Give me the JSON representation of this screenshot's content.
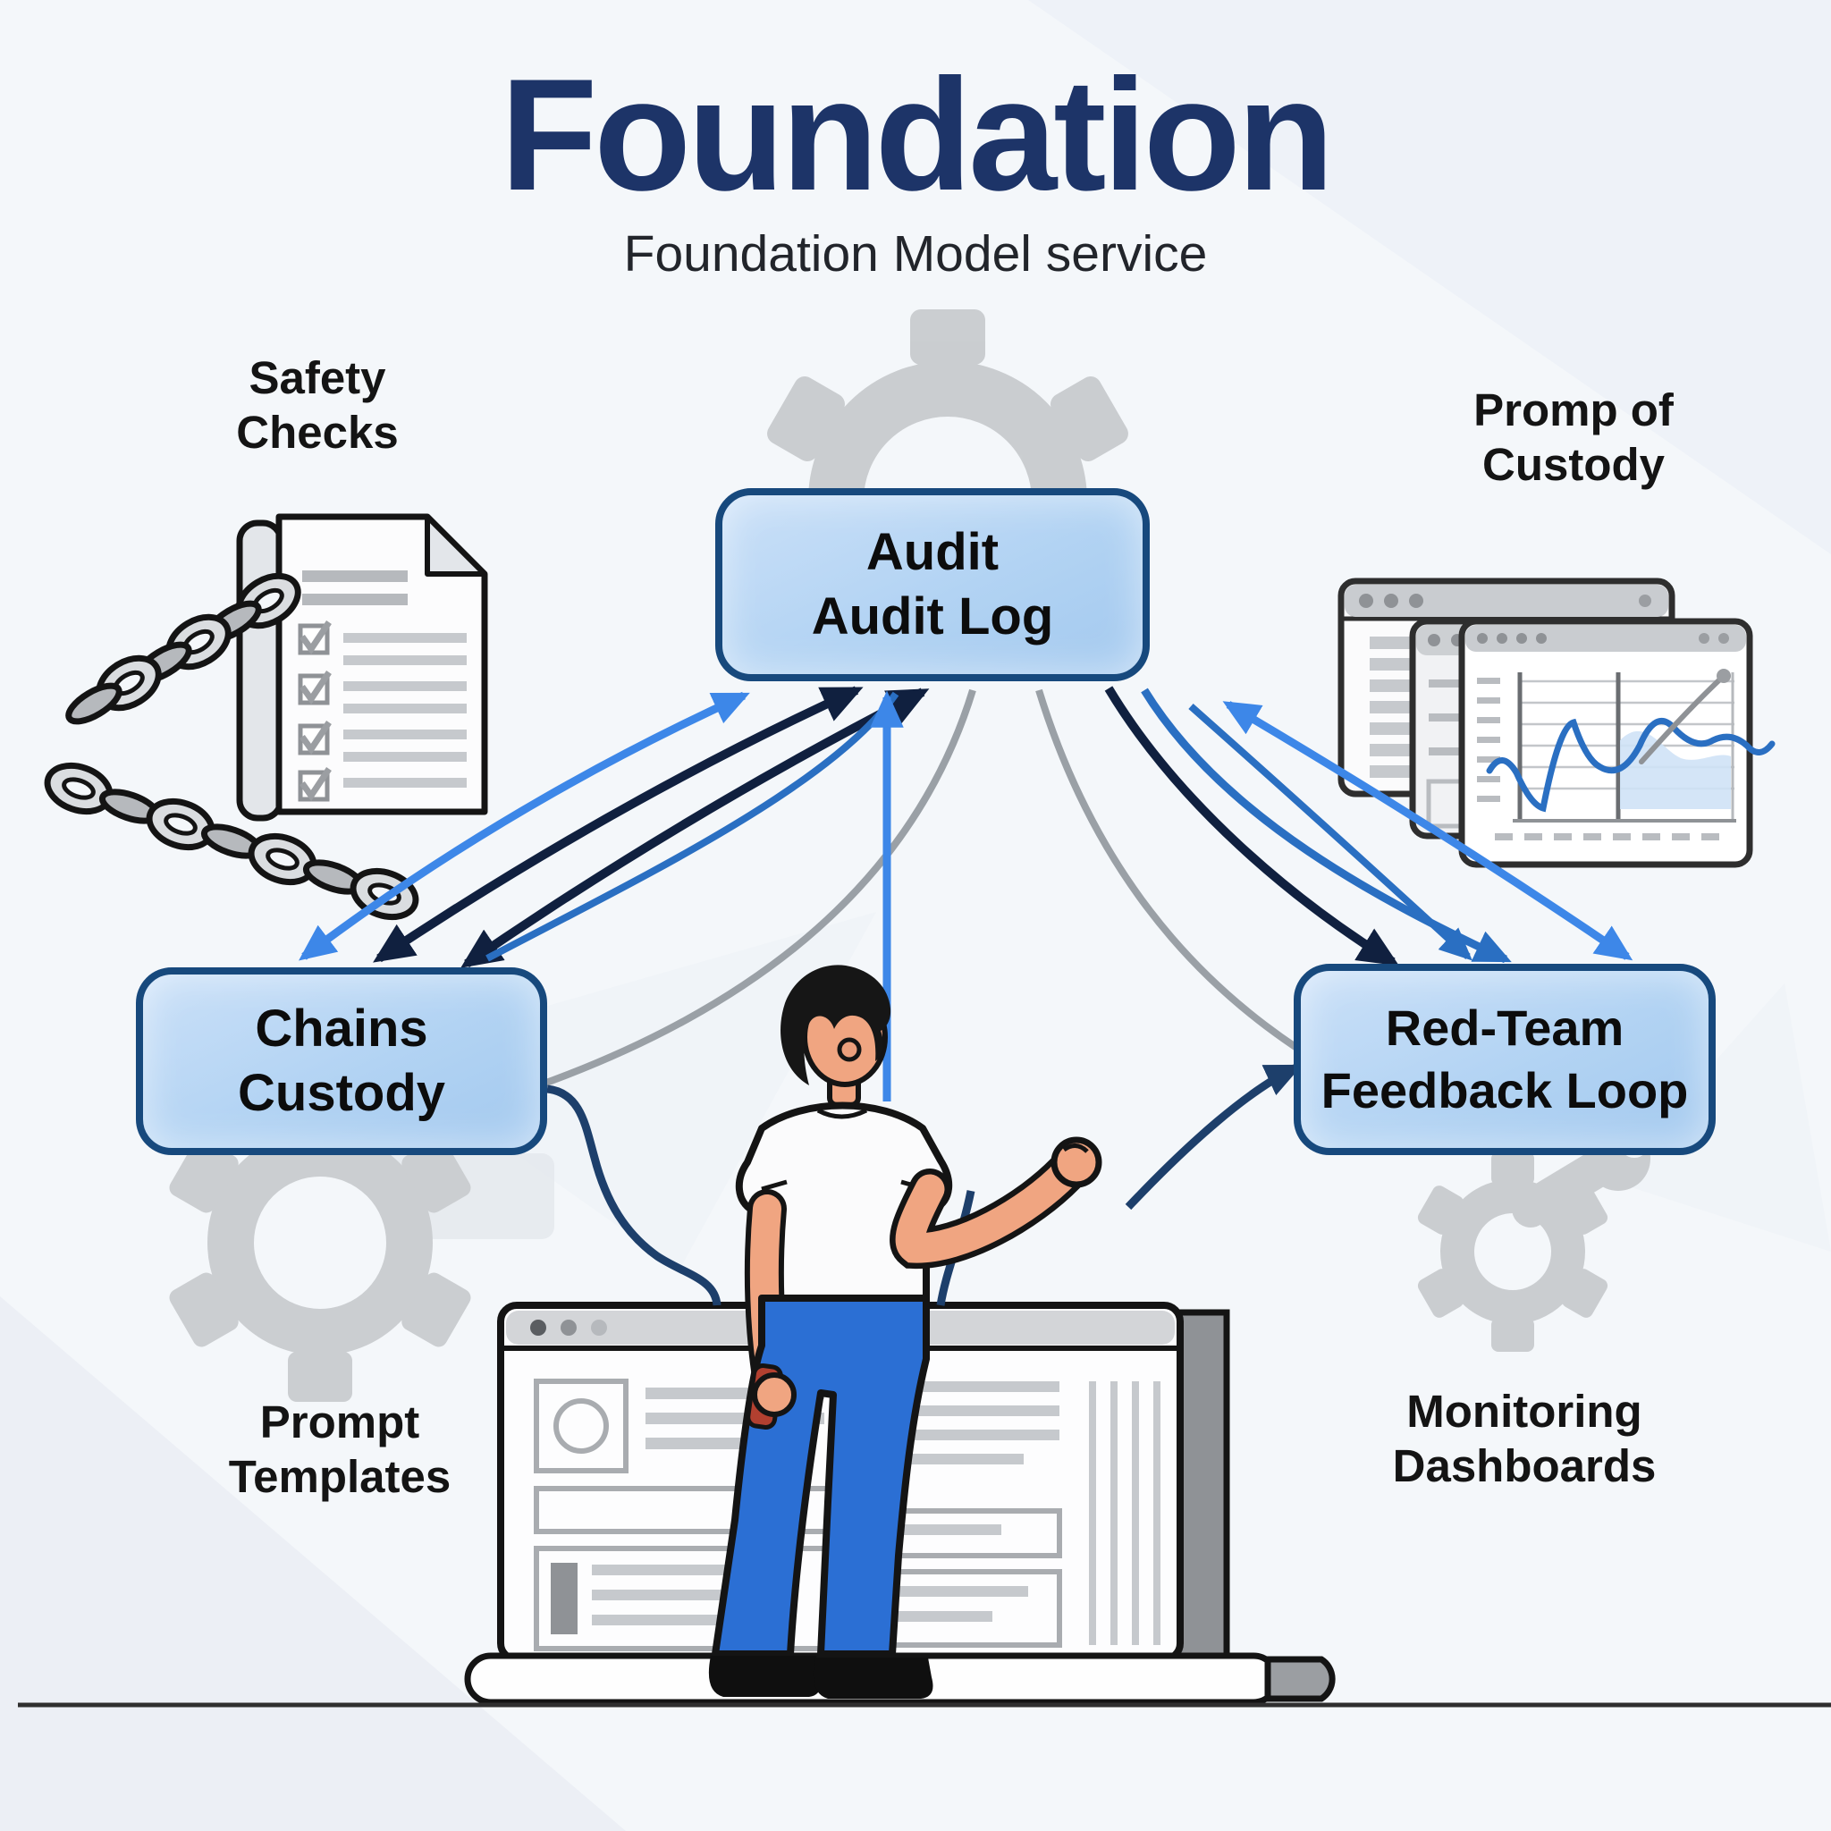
{
  "header": {
    "title": "Foundation",
    "subtitle": "Foundation Model service"
  },
  "labels": {
    "safety_checks": {
      "line1": "Safety",
      "line2": "Checks"
    },
    "promp_of_custody": {
      "line1": "Promp of",
      "line2": "Custody"
    },
    "prompt_templates": {
      "line1": "Prompt",
      "line2": "Templates"
    },
    "monitoring_dashboards": {
      "line1": "Monitoring",
      "line2": "Dashboards"
    }
  },
  "nodes": {
    "audit_log": {
      "line1": "Audit",
      "line2": "Audit Log"
    },
    "chains_custody": {
      "line1": "Chains",
      "line2": "Custody"
    },
    "red_team_feedback": {
      "line1": "Red-Team",
      "line2": "Feedback Loop"
    }
  },
  "icons": {
    "gear_top": "gear-icon",
    "gear_left": "gear-icon",
    "gear_right": "gear-wrench-icon",
    "checklist": "checklist-document-icon",
    "chain_upper": "chain-icon",
    "chain_lower": "chain-icon",
    "dashboards": "dashboard-windows-icon",
    "laptop": "laptop-screen-icon",
    "person": "person-illustration"
  },
  "colors": {
    "title": "#1d3468",
    "box_fill_top": "#cae0f8",
    "box_fill_bottom": "#a3c9ef",
    "box_border": "#17497d",
    "arrow_light_blue": "#3d87e8",
    "arrow_mid_blue": "#2a6fc2",
    "arrow_navy": "#10203f",
    "arrow_deep_navy": "#1d3f6b",
    "arrow_grey": "#9aa0a6",
    "gear_grey": "#c7cacd",
    "background": "#f4f7fa"
  }
}
